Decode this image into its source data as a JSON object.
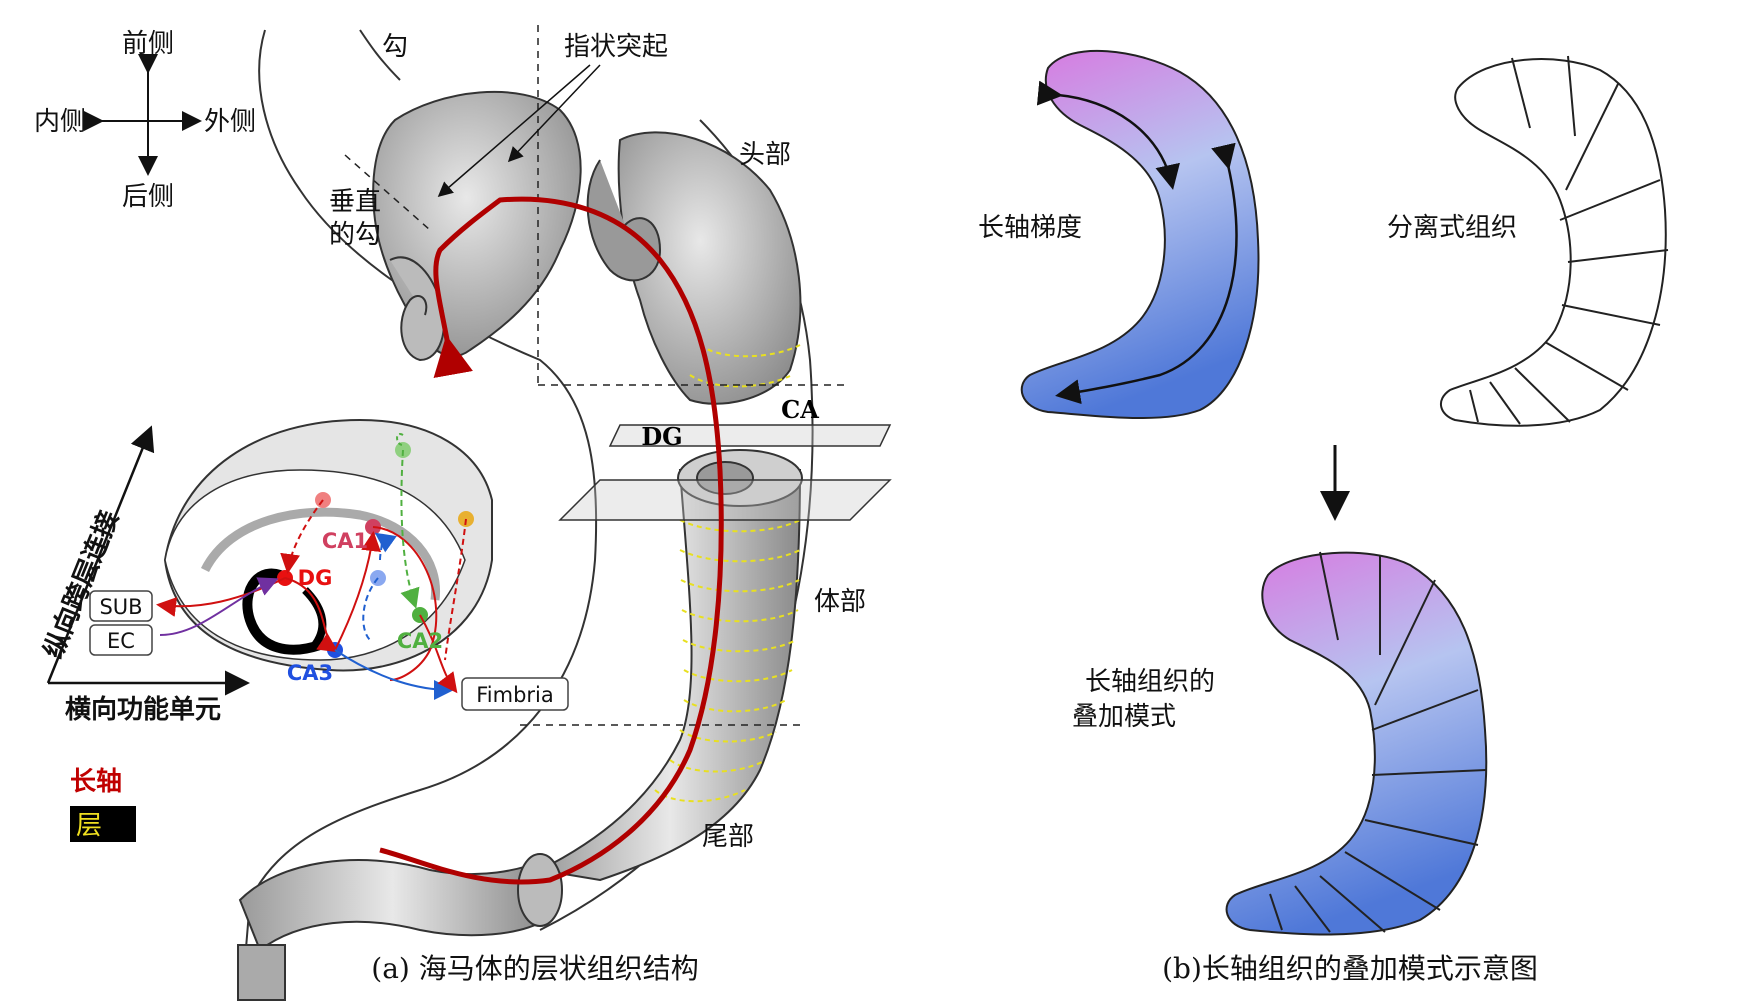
{
  "panel_a": {
    "caption": "(a) 海马体的层状组织结构",
    "orientation": {
      "anterior": "前侧",
      "medial": "内侧",
      "lateral": "外侧",
      "posterior": "后侧"
    },
    "labels": {
      "uncus": "勾",
      "digitations": "指状突起",
      "head": "头部",
      "vertical_uncus_line1": "垂直",
      "vertical_uncus_line2": "的勾",
      "dg": "DG",
      "ca": "CA",
      "body": "体部",
      "tail": "尾部"
    },
    "inset": {
      "y_axis": "纵向跨层连接",
      "x_axis": "横向功能单元",
      "regions": {
        "ca1": "CA1",
        "dg": "DG",
        "ca2": "CA2",
        "ca3": "CA3",
        "sub": "SUB",
        "ec": "EC",
        "fimbria": "Fimbria"
      }
    },
    "legend": {
      "long_axis": "长轴",
      "layer": "层"
    },
    "colors": {
      "long_axis": "#b00000",
      "layer_line": "#f0e020",
      "legend_layer_bg": "#000000",
      "legend_layer_text": "#f0e020"
    }
  },
  "panel_b": {
    "caption": "(b)长轴组织的叠加模式示意图",
    "labels": {
      "gradient": "长轴梯度",
      "discrete": "分离式组织",
      "overlay_line1": "长轴组织的",
      "overlay_line2": "叠加模式"
    },
    "colors": {
      "top": "#d878e0",
      "middle": "#b6c4f0",
      "bottom": "#4f78d8"
    }
  }
}
